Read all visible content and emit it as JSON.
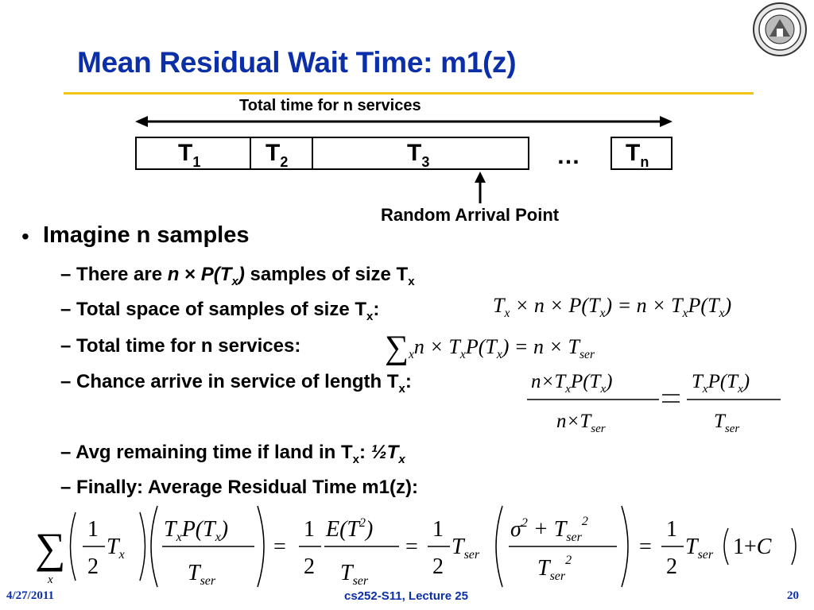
{
  "slide": {
    "title": "Mean Residual Wait Time: m1(z)",
    "diagram": {
      "top_label": "Total time for n services",
      "boxes": [
        {
          "name": "T",
          "sub": "1"
        },
        {
          "name": "T",
          "sub": "2"
        },
        {
          "name": "T",
          "sub": "3"
        },
        {
          "name": "T",
          "sub": "n"
        }
      ],
      "ellipsis": "…",
      "arrival_label": "Random Arrival Point"
    },
    "bullet": {
      "marker": "•",
      "text": "Imagine n samples"
    },
    "subs": {
      "s1": {
        "dash": "–",
        "pre": "There are ",
        "italic1": "n",
        "op": " × ",
        "italic2": "P(T",
        "italic2_sub": "x",
        "italic2_close": ")",
        "post": " samples of size T",
        "post_sub": "x"
      },
      "s2": {
        "dash": "–",
        "pre": "Total space of samples of size T",
        "sub": "x",
        "post": ":"
      },
      "s3": {
        "dash": "–",
        "text": "Total time for n services:"
      },
      "s4": {
        "dash": "–",
        "pre": "Chance arrive in service of length T",
        "sub": "x",
        "post": ":"
      },
      "s5": {
        "dash": "–",
        "pre": "Avg remaining time if land in T",
        "sub": "x",
        "post": ": ",
        "half": "½T",
        "half_sub": "x"
      },
      "s6": {
        "dash": "–",
        "text": "Finally: Average Residual Time m1(z):"
      }
    },
    "eq": {
      "e1": {
        "lhs": "T",
        "lhs_sub": "x",
        "mid": " × n × P(T",
        "mid_sub": "x",
        "mid_close": ") = n × T",
        "rhs_sub": "x",
        "rhs": "P(T",
        "rhs_sub2": "x",
        "rhs_close": ")"
      },
      "e2": {
        "sigma": "∑",
        "sigma_sub": "x",
        "body": "n × T",
        "body_sub": "x",
        "body2": "P(T",
        "body2_sub": "x",
        "body2_close": ") = n × T",
        "tail_sub": "ser"
      }
    }
  },
  "footer": {
    "date": "4/27/2011",
    "course": "cs252-S11, Lecture 25",
    "page": "20"
  },
  "colors": {
    "title": "#0b2fa8",
    "rule": "#f2c318"
  }
}
